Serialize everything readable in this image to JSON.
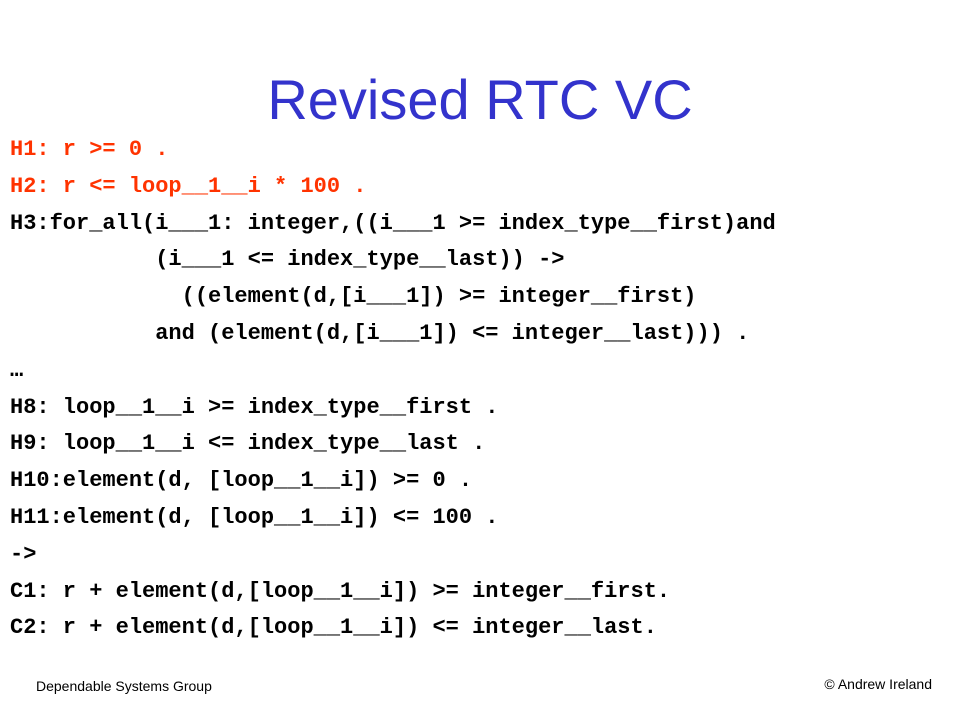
{
  "slide": {
    "title": "Revised RTC VC",
    "lines": [
      "H1: r >= 0 .",
      "H2: r <= loop__1__i * 100 .",
      "H3:for_all(i___1: integer,((i___1 >= index_type__first)and",
      "           (i___1 <= index_type__last)) ->",
      "             ((element(d,[i___1]) >= integer__first)",
      "           and (element(d,[i___1]) <= integer__last))) .",
      "…",
      "H8: loop__1__i >= index_type__first .",
      "H9: loop__1__i <= index_type__last .",
      "H10:element(d, [loop__1__i]) >= 0 .",
      "H11:element(d, [loop__1__i]) <= 100 .",
      "->",
      "C1: r + element(d,[loop__1__i]) >= integer__first.",
      "C2: r + element(d,[loop__1__i]) <= integer__last."
    ],
    "highlight_color": "#ff3300",
    "title_color": "#3333cc"
  },
  "footer": {
    "left": "Dependable Systems Group",
    "right": "© Andrew Ireland"
  }
}
